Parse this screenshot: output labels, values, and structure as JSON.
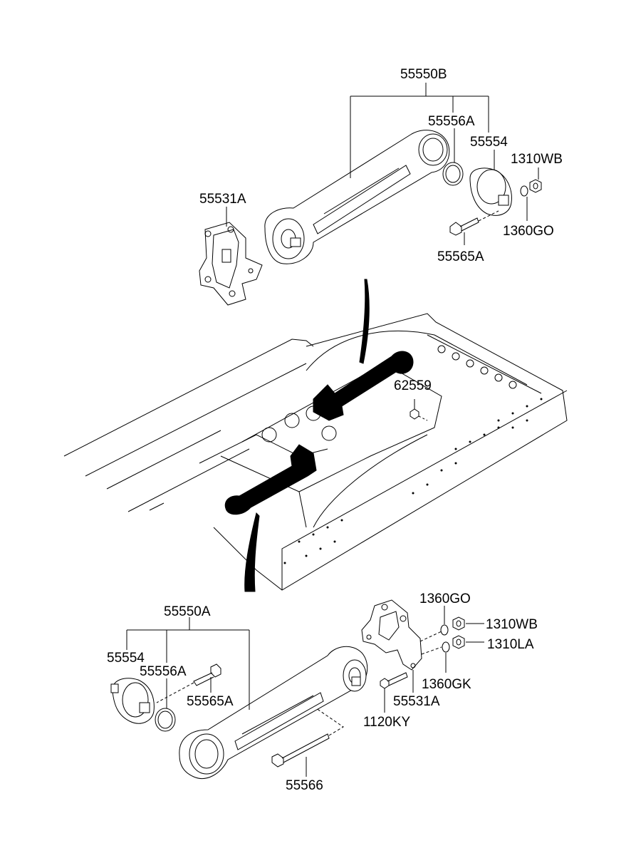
{
  "diagram": {
    "upper_assembly": {
      "parts": {
        "p55550B": "55550B",
        "p55556A": "55556A",
        "p55554": "55554",
        "p1310WB": "1310WB",
        "p55531A": "55531A",
        "p1360GO": "1360GO",
        "p55565A": "55565A"
      }
    },
    "middle_assembly": {
      "parts": {
        "p62559": "62559"
      }
    },
    "lower_assembly": {
      "parts": {
        "p55550A": "55550A",
        "p55554": "55554",
        "p55556A": "55556A",
        "p55565A": "55565A",
        "p1360GO": "1360GO",
        "p1310WB": "1310WB",
        "p1310LA": "1310LA",
        "p1360GK": "1360GK",
        "p55531A": "55531A",
        "p1120KY": "1120KY",
        "p55566": "55566"
      }
    }
  }
}
